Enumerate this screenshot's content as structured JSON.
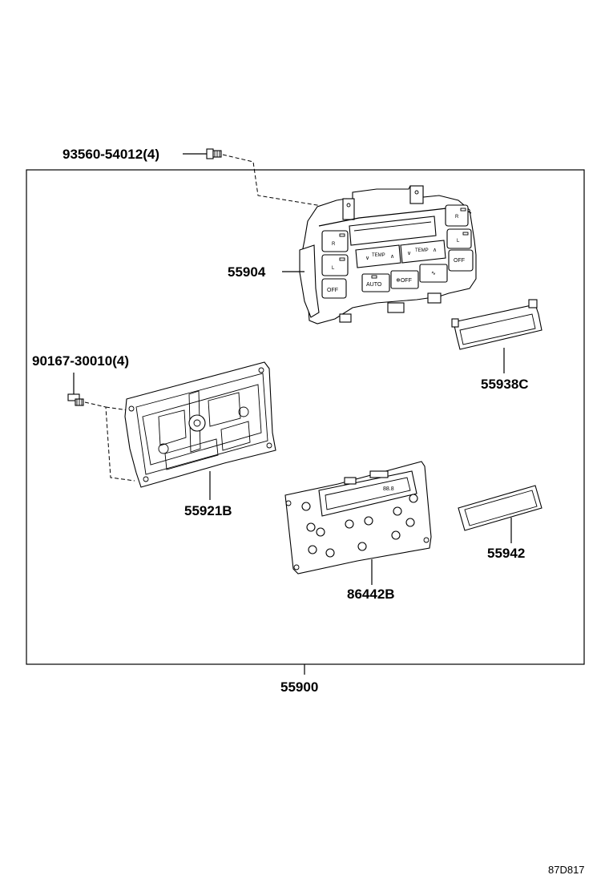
{
  "parts": {
    "bolt_top": "93560-54012(4)",
    "control_assy": "55904",
    "screw_left": "90167-30010(4)",
    "cover": "55938C",
    "base_plate": "55921B",
    "circuit_board": "86442B",
    "window_pad": "55942",
    "assembly": "55900"
  },
  "panel_text": {
    "auto": "AUTO",
    "off_left": "OFF",
    "off_right": "OFF",
    "recirc_off": "❄OFF",
    "temp_left": "TEMP",
    "temp_right": "TEMP",
    "display": "88.8"
  },
  "diagram_code": "87D817"
}
